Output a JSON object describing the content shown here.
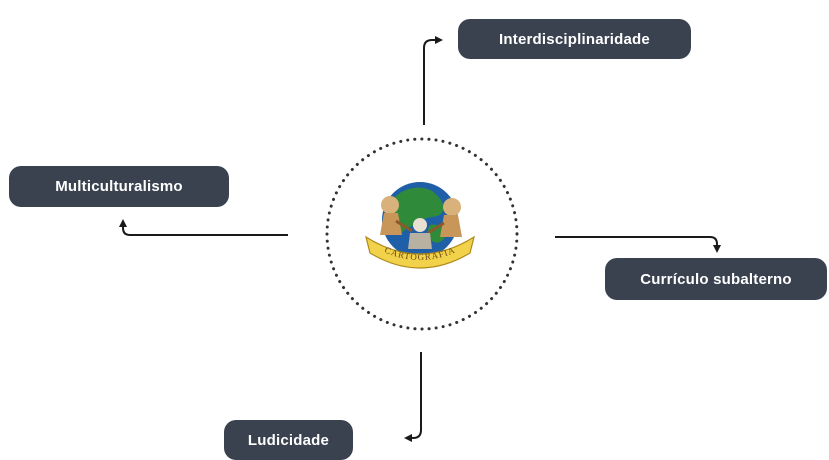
{
  "colors": {
    "node_bg": "#3a4250",
    "node_text": "#ffffff",
    "connector": "#1a1a1a",
    "dotted_circle": "#333333"
  },
  "center": {
    "logo_text": "CARTOGRAFIA",
    "icon": "cartografia-emblem-icon"
  },
  "nodes": [
    {
      "id": "interdisciplinaridade",
      "label": "Interdisciplinaridade"
    },
    {
      "id": "multiculturalismo",
      "label": "Multiculturalismo"
    },
    {
      "id": "curriculo",
      "label": "Currículo subalterno"
    },
    {
      "id": "ludicidade",
      "label": "Ludicidade"
    }
  ]
}
